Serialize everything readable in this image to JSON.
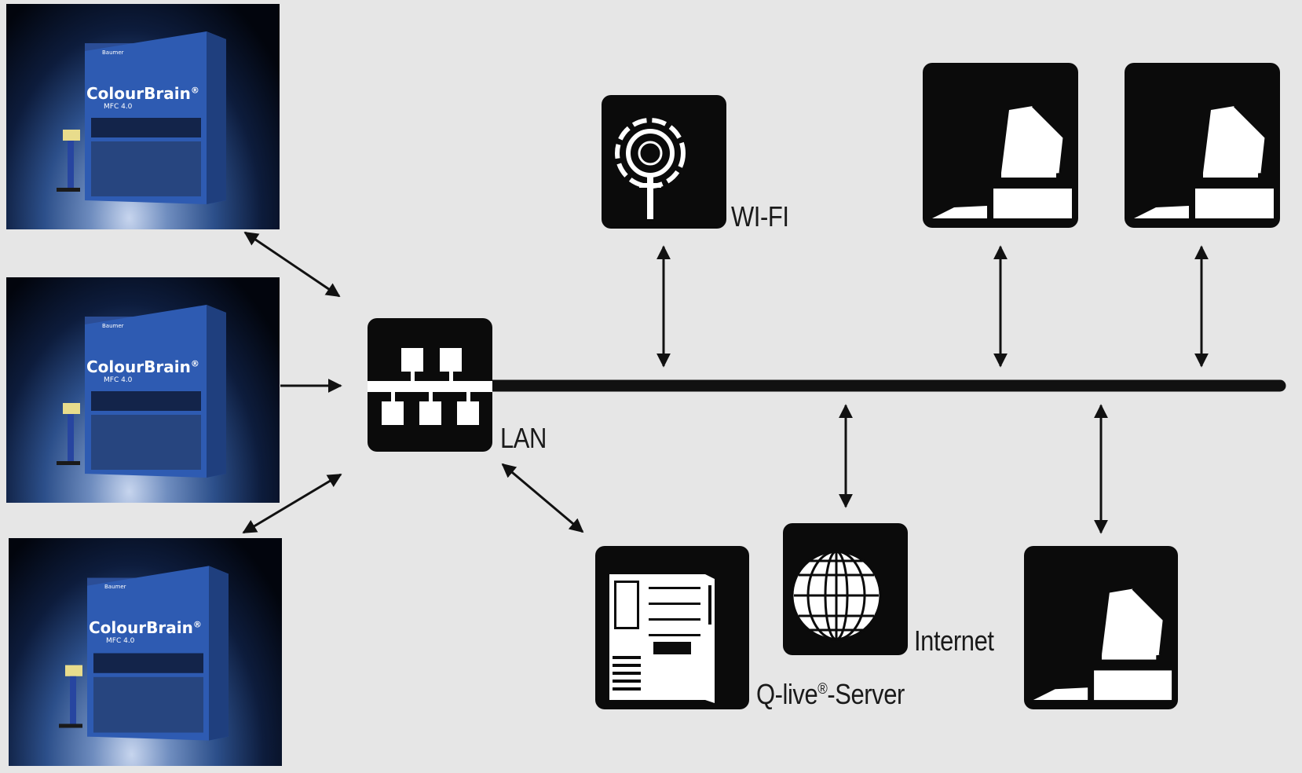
{
  "labels": {
    "wifi": "WI-FI",
    "lan": "LAN",
    "internet": "Internet",
    "server_prefix": "Q-live",
    "server_reg": "®",
    "server_suffix": "-Server"
  },
  "machines": [
    {
      "brand": "ColourBrain",
      "reg": "®",
      "model": "MFC 4.0",
      "maker": "Baumer"
    },
    {
      "brand": "ColourBrain",
      "reg": "®",
      "model": "MFC 4.0",
      "maker": "Baumer"
    },
    {
      "brand": "ColourBrain",
      "reg": "®",
      "model": "MFC 4.0",
      "maker": "Baumer"
    }
  ],
  "icons": {
    "switch": "network-switch-icon",
    "wifi": "wifi-antenna-icon",
    "server": "server-tower-icon",
    "internet": "globe-icon",
    "workstation": "computer-workstation-icon"
  },
  "colors": {
    "background": "#e6e6e6",
    "tile": "#0b0b0b",
    "line": "#111111",
    "machine_blue": "#2f5db4"
  }
}
